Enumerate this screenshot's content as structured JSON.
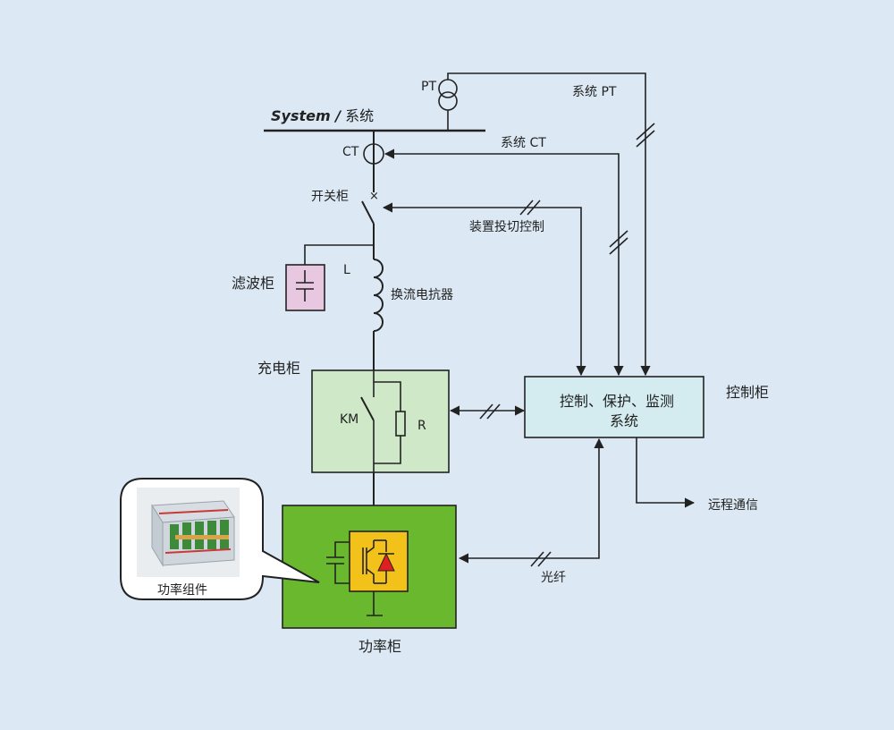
{
  "system_label": {
    "italic": "System /",
    "rest": " 系统"
  },
  "labels": {
    "pt": "PT",
    "ct": "CT",
    "system_pt": "系统 PT",
    "system_ct": "系统 CT",
    "switchgear": "开关柜",
    "device_switch_control": "装置投切控制",
    "filter_cabinet": "滤波柜",
    "inductor_L": "L",
    "commutation_reactor": "换流电抗器",
    "charging_cabinet": "充电柜",
    "km": "KM",
    "r": "R",
    "control_system_line1": "控制、保护、监测",
    "control_system_line2": "系统",
    "control_cabinet": "控制柜",
    "remote_comm": "远程通信",
    "fiber": "光纤",
    "power_module": "功率组件",
    "power_cabinet": "功率柜"
  },
  "colors": {
    "background": "#dce9f5",
    "filter_box": "#e8c8e0",
    "charging_box": "#cfe8c8",
    "control_box": "#d4ecef",
    "power_box": "#6ab82e",
    "igbt_box": "#f2c21a",
    "diode": "#e02020"
  }
}
